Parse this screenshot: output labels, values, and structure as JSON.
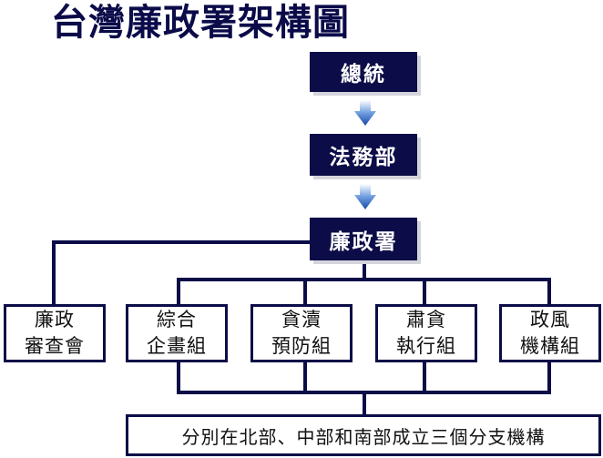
{
  "title": "台灣廉政署架構圖",
  "colors": {
    "navy": "#0c0c48",
    "arrow": "#1f5fb8"
  },
  "nodes": {
    "president": "總統",
    "justice": "法務部",
    "agency": "廉政署",
    "committee": [
      "廉政",
      "審查會"
    ],
    "comprehensive": [
      "綜合",
      "企畫組"
    ],
    "prevention": [
      "貪瀆",
      "預防組"
    ],
    "enforcement": [
      "肅貪",
      "執行組"
    ],
    "ethics": [
      "政風",
      "機構組"
    ]
  },
  "footer": "分別在北部、中部和南部成立三個分支機構"
}
